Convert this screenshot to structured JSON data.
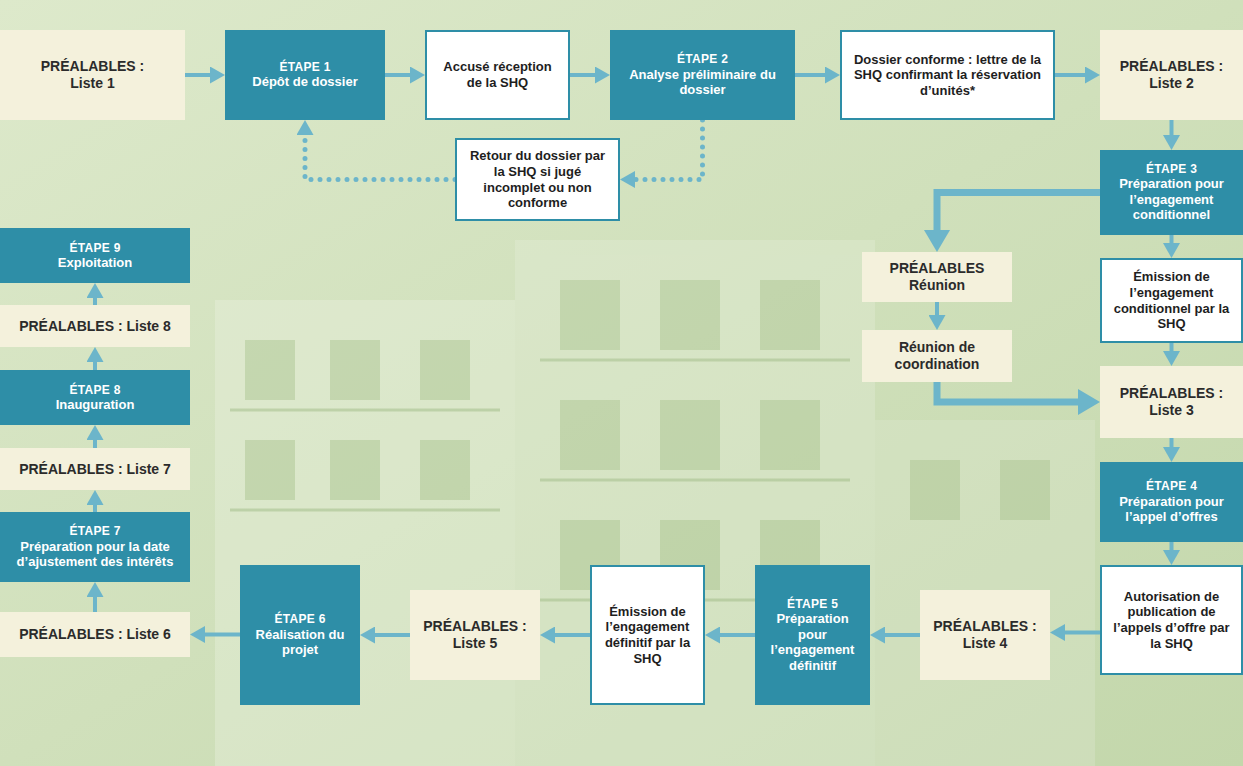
{
  "diagram": {
    "nodes": [
      {
        "text": [
          "PRÉALABLES : Liste 1"
        ]
      },
      {
        "text": [
          "ÉTAPE 1",
          "Dépôt de dossier"
        ]
      },
      {
        "text": [
          "Accusé réception de la SHQ"
        ]
      },
      {
        "text": [
          "ÉTAPE 2",
          "Analyse préliminaire du dossier"
        ]
      },
      {
        "text": [
          "Dossier conforme : lettre de la SHQ confirmant la réservation d’unités*"
        ]
      },
      {
        "text": [
          "PRÉALABLES : Liste 2"
        ]
      },
      {
        "text": [
          "Retour du dossier par la SHQ si jugé incomplet ou non conforme"
        ]
      },
      {
        "text": [
          "ÉTAPE 3",
          "Préparation pour l’engagement conditionnel"
        ]
      },
      {
        "text": [
          "PRÉALABLES Réunion"
        ]
      },
      {
        "text": [
          "Émission de l’engagement conditionnel par la SHQ"
        ]
      },
      {
        "text": [
          "Réunion de coordination"
        ]
      },
      {
        "text": [
          "PRÉALABLES : Liste 3"
        ]
      },
      {
        "text": [
          "ÉTAPE 4",
          "Préparation pour l’appel d’offres"
        ]
      },
      {
        "text": [
          "Autorisation de publication de l’appels d’offre par la SHQ"
        ]
      },
      {
        "text": [
          "PRÉALABLES : Liste 4"
        ]
      },
      {
        "text": [
          "ÉTAPE 5",
          "Préparation pour l’engagement définitif"
        ]
      },
      {
        "text": [
          "Émission de l’engagement définitif par la SHQ"
        ]
      },
      {
        "text": [
          "PRÉALABLES : Liste 5"
        ]
      },
      {
        "text": [
          "ÉTAPE 6",
          "Réalisation du projet"
        ]
      },
      {
        "text": [
          "PRÉALABLES : Liste 6"
        ]
      },
      {
        "text": [
          "ÉTAPE 7",
          "Préparation pour la date d’ajustement des intérêts"
        ]
      },
      {
        "text": [
          "PRÉALABLES : Liste 7"
        ]
      },
      {
        "text": [
          "ÉTAPE 8",
          "Inauguration"
        ]
      },
      {
        "text": [
          "PRÉALABLES : Liste 8"
        ]
      },
      {
        "text": [
          "ÉTAPE 9",
          "Exploitation"
        ]
      }
    ],
    "edges": [
      {
        "from": 0,
        "to": 1,
        "arrow": "to"
      },
      {
        "from": 1,
        "to": 2,
        "arrow": "to"
      },
      {
        "from": 2,
        "to": 3,
        "arrow": "to"
      },
      {
        "from": 3,
        "to": 4,
        "arrow": "to"
      },
      {
        "from": 4,
        "to": 5,
        "arrow": "to"
      },
      {
        "from": 3,
        "to": 6,
        "arrow": "to"
      },
      {
        "from": 6,
        "to": 1,
        "arrow": "to"
      },
      {
        "from": 5,
        "to": 7,
        "arrow": "to"
      },
      {
        "from": 7,
        "to": 9,
        "arrow": "to"
      },
      {
        "from": 7,
        "to": 8,
        "arrow": "to"
      },
      {
        "from": 8,
        "to": 10,
        "arrow": "to"
      },
      {
        "from": 10,
        "to": 11,
        "arrow": "to"
      },
      {
        "from": 9,
        "to": 11,
        "arrow": "to"
      },
      {
        "from": 11,
        "to": 12,
        "arrow": "to"
      },
      {
        "from": 12,
        "to": 13,
        "arrow": "to"
      },
      {
        "from": 13,
        "to": 14,
        "arrow": "to"
      },
      {
        "from": 14,
        "to": 15,
        "arrow": "to"
      },
      {
        "from": 15,
        "to": 16,
        "arrow": "to"
      },
      {
        "from": 16,
        "to": 17,
        "arrow": "to"
      },
      {
        "from": 17,
        "to": 18,
        "arrow": "to"
      },
      {
        "from": 18,
        "to": 19,
        "arrow": "to"
      },
      {
        "from": 19,
        "to": 20,
        "arrow": "to"
      },
      {
        "from": 20,
        "to": 21,
        "arrow": "to"
      },
      {
        "from": 21,
        "to": 22,
        "arrow": "to"
      },
      {
        "from": 22,
        "to": 23,
        "arrow": "to"
      },
      {
        "from": 23,
        "to": 24,
        "arrow": "to"
      }
    ]
  }
}
